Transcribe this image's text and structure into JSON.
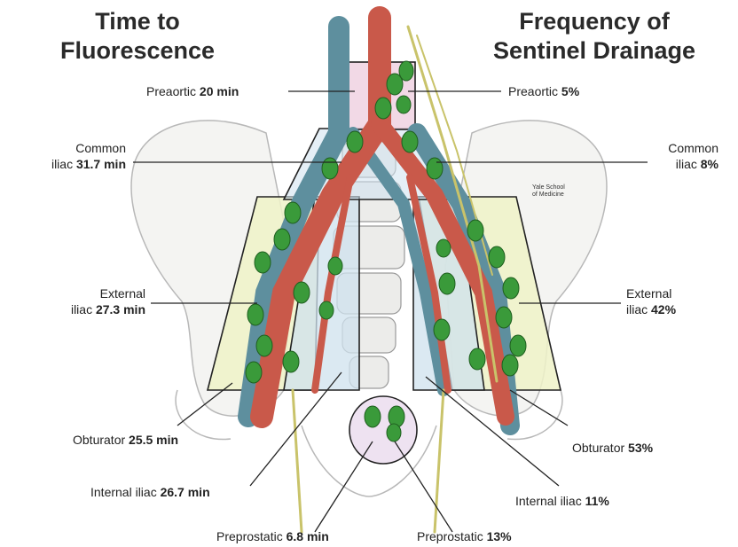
{
  "headers": {
    "left": [
      "Time to",
      "Fluorescence"
    ],
    "right": [
      "Frequency of",
      "Sentinel Drainage"
    ]
  },
  "time_labels": {
    "preaortic": {
      "name": "Preaortic",
      "value": "20 min"
    },
    "common_iliac": {
      "name_line1": "Common",
      "name_line2": "iliac",
      "value": "31.7 min"
    },
    "external_iliac": {
      "name_line1": "External",
      "name_line2": "iliac",
      "value": "27.3 min"
    },
    "obturator": {
      "name": "Obturator",
      "value": "25.5 min"
    },
    "internal_iliac": {
      "name": "Internal iliac",
      "value": "26.7 min"
    },
    "preprostatic": {
      "name": "Preprostatic",
      "value": "6.8 min"
    }
  },
  "frequency_labels": {
    "preaortic": {
      "name": "Preaortic",
      "value": "5%"
    },
    "common_iliac": {
      "name_line1": "Common",
      "name_line2": "iliac",
      "value": "8%"
    },
    "external_iliac": {
      "name_line1": "External",
      "name_line2": "iliac",
      "value": "42%"
    },
    "obturator": {
      "name": "Obturator",
      "value": "53%"
    },
    "internal_iliac": {
      "name": "Internal iliac",
      "value": "11%"
    },
    "preprostatic": {
      "name": "Preprostatic",
      "value": "13%"
    }
  },
  "logo_text": [
    "Yale School",
    "of Medicine"
  ],
  "colors": {
    "artery": "#c9594a",
    "vein": "#5e8f9e",
    "node": "#3a9a3a",
    "region_yellow": "#eef2c8",
    "region_blue": "#cfe2ee",
    "region_pink": "#f0d2e2",
    "bone": "#f4f4f2",
    "nerve": "#c9c36a"
  }
}
